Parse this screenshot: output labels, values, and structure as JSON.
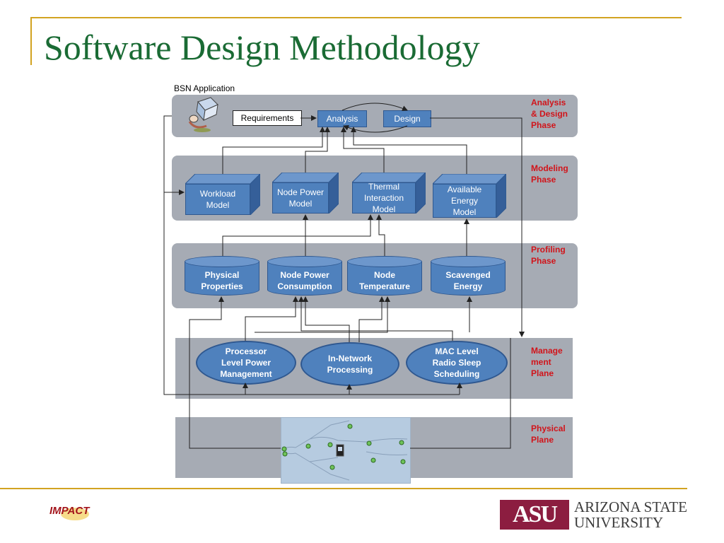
{
  "title": "Software Design Methodology",
  "diagram": {
    "bsn_label": "BSN Application",
    "requirements": "Requirements",
    "analysis": "Analysis",
    "design": "Design",
    "models": [
      "Workload\nModel",
      "Node Power\nModel",
      "Thermal\nInteraction\nModel",
      "Available\nEnergy\nModel"
    ],
    "profiles": [
      "Physical\nProperties",
      "Node Power\nConsumption",
      "Node\nTemperature",
      "Scavenged\nEnergy"
    ],
    "management": [
      "Processor\nLevel Power\nManagement",
      "In-Network\nProcessing",
      "MAC Level\nRadio Sleep\nScheduling"
    ],
    "phases": [
      "Analysis\n& Design\nPhase",
      "Modeling\nPhase",
      "Profiling\nPhase",
      "Manage\nment\nPlane",
      "Physical\nPlane"
    ]
  },
  "footer": {
    "impact_logo": "IMPACT",
    "asu_mark": "ASU",
    "asu_name": "ARIZONA STATE\nUNIVERSITY"
  },
  "colors": {
    "title": "#1a6b34",
    "accent_line": "#d2a321",
    "phase_label": "#d1141a",
    "box_blue": "#4f81bd",
    "band_gray": "#a6abb4"
  }
}
